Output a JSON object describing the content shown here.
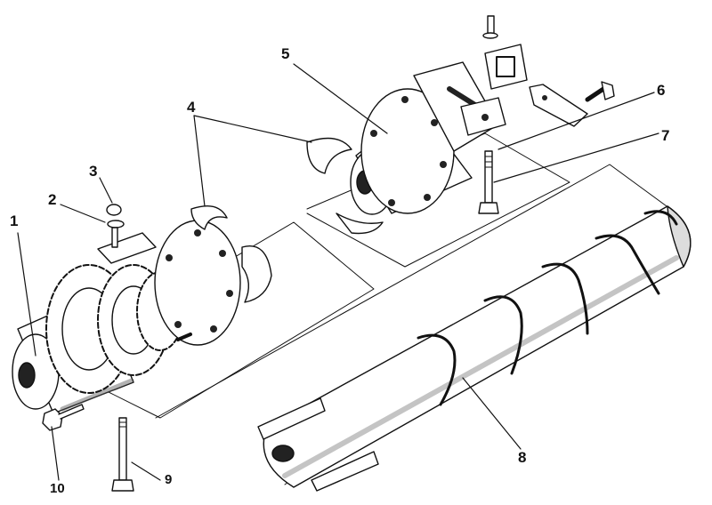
{
  "colors": {
    "ink": "#111111",
    "paper": "#ffffff",
    "shade": "#555555"
  },
  "callouts": {
    "c1": "1",
    "c2": "2",
    "c3": "3",
    "c4": "4",
    "c5": "5",
    "c6": "6",
    "c7": "7",
    "c8": "8",
    "c9": "9",
    "c10": "10"
  }
}
